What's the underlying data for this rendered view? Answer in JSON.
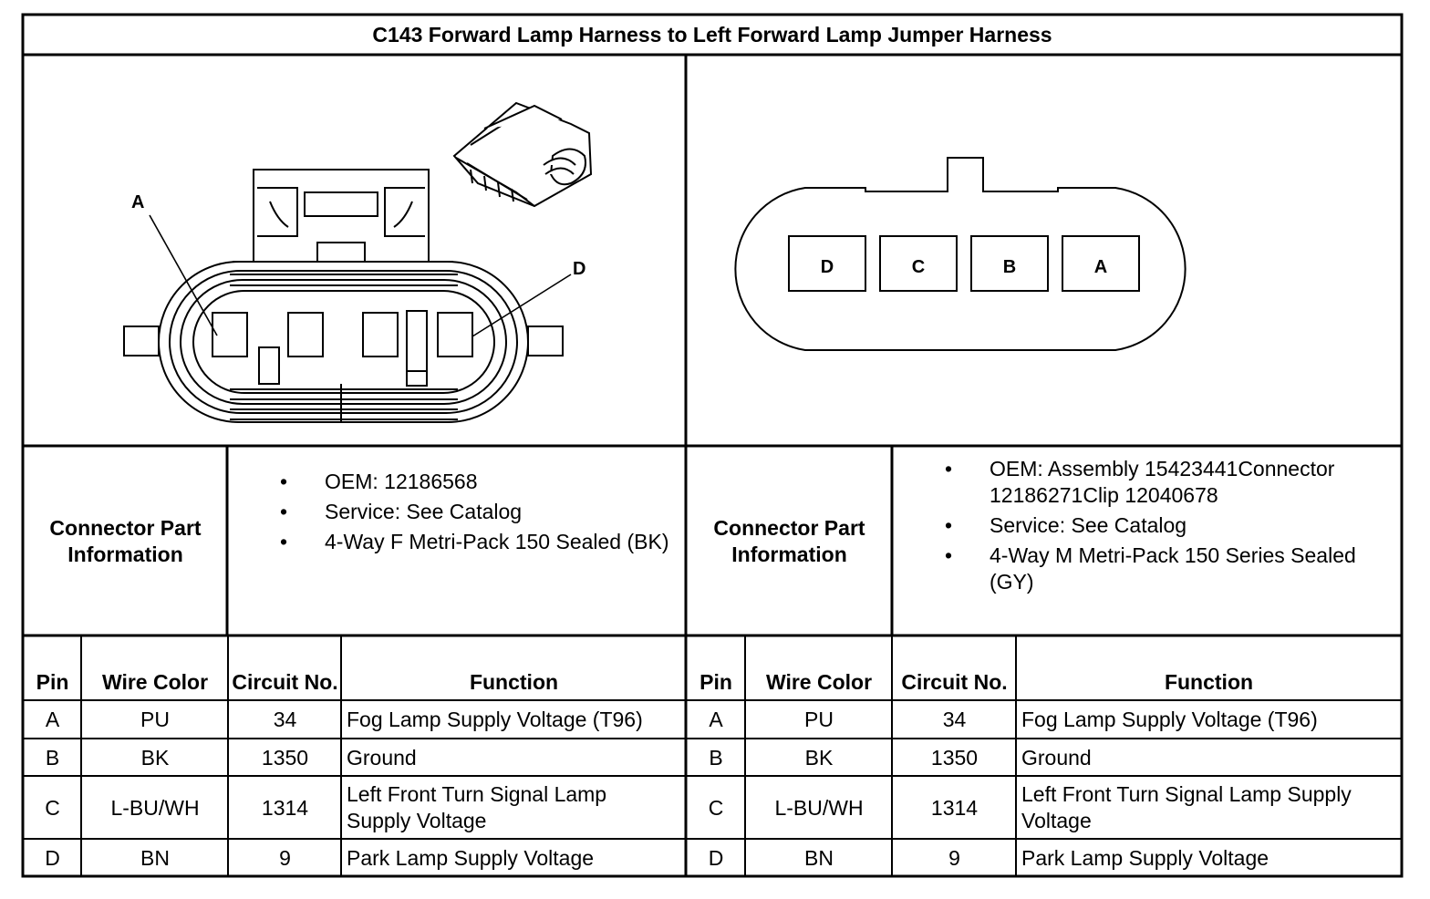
{
  "title": "C143 Forward Lamp Harness to Left Forward Lamp Jumper Harness",
  "left_connector": {
    "callouts": [
      "A",
      "D"
    ],
    "info_label": "Connector Part Information",
    "info": [
      "OEM: 12186568",
      "Service: See Catalog",
      "4-Way F Metri-Pack 150 Sealed (BK)"
    ]
  },
  "right_connector": {
    "cavities": [
      "D",
      "C",
      "B",
      "A"
    ],
    "info_label": "Connector Part Information",
    "info": [
      "OEM: Assembly 15423441Connector 12186271Clip 12040678",
      "Service: See Catalog",
      "4-Way M Metri-Pack 150 Series Sealed (GY)"
    ]
  },
  "table": {
    "headers": [
      "Pin",
      "Wire Color",
      "Circuit No.",
      "Function"
    ],
    "left_rows": [
      {
        "pin": "A",
        "color": "PU",
        "circuit": "34",
        "function": "Fog Lamp Supply Voltage (T96)"
      },
      {
        "pin": "B",
        "color": "BK",
        "circuit": "1350",
        "function": "Ground"
      },
      {
        "pin": "C",
        "color": "L-BU/WH",
        "circuit": "1314",
        "function": "Left Front Turn Signal Lamp Supply Voltage"
      },
      {
        "pin": "D",
        "color": "BN",
        "circuit": "9",
        "function": "Park Lamp Supply Voltage"
      }
    ],
    "right_rows": [
      {
        "pin": "A",
        "color": "PU",
        "circuit": "34",
        "function": "Fog Lamp Supply Voltage (T96)"
      },
      {
        "pin": "B",
        "color": "BK",
        "circuit": "1350",
        "function": "Ground"
      },
      {
        "pin": "C",
        "color": "L-BU/WH",
        "circuit": "1314",
        "function": "Left Front Turn Signal Lamp Supply Voltage"
      },
      {
        "pin": "D",
        "color": "BN",
        "circuit": "9",
        "function": "Park Lamp Supply Voltage"
      }
    ]
  }
}
